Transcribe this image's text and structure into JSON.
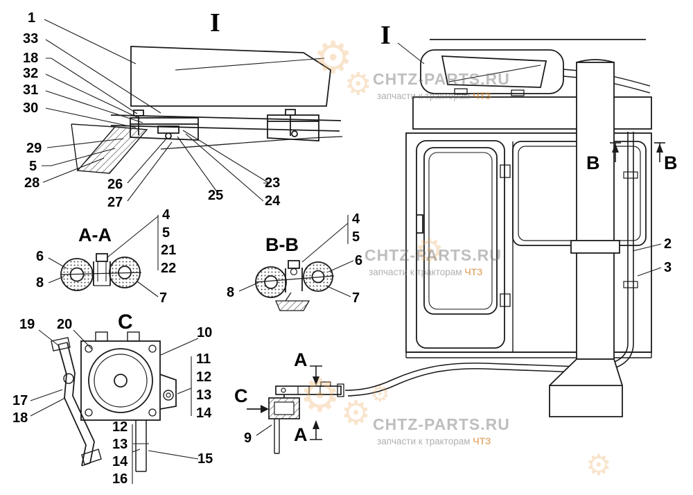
{
  "diagram": {
    "views": {
      "detail_label": "I",
      "cab_label": "I",
      "section_aa_label": "A-A",
      "section_bb_label": "B-B",
      "view_c_label": "C",
      "cut_b_left": "B",
      "cut_b_right": "B",
      "cut_a_top": "A",
      "cut_a_bottom": "A",
      "view_c_arrow_label": "C"
    },
    "callouts": {
      "detail": [
        "1",
        "33",
        "18",
        "32",
        "31",
        "30",
        "29",
        "5",
        "28",
        "26",
        "27",
        "25",
        "23",
        "24"
      ],
      "cab": [
        "2",
        "3"
      ],
      "aa": [
        "4",
        "5",
        "21",
        "22",
        "6",
        "8",
        "7"
      ],
      "bb": [
        "4",
        "5",
        "6",
        "8",
        "7"
      ],
      "c": [
        "19",
        "20",
        "10",
        "11",
        "12",
        "13",
        "14",
        "17",
        "18",
        "12",
        "13",
        "14",
        "16",
        "15"
      ],
      "valve": [
        "9"
      ]
    }
  },
  "watermark": {
    "title": "CHTZ-PARTS.RU",
    "subtitle_prefix": "запчасти к тракторам ",
    "brand": "ЧТЗ",
    "gear_glyph": "⚙"
  }
}
